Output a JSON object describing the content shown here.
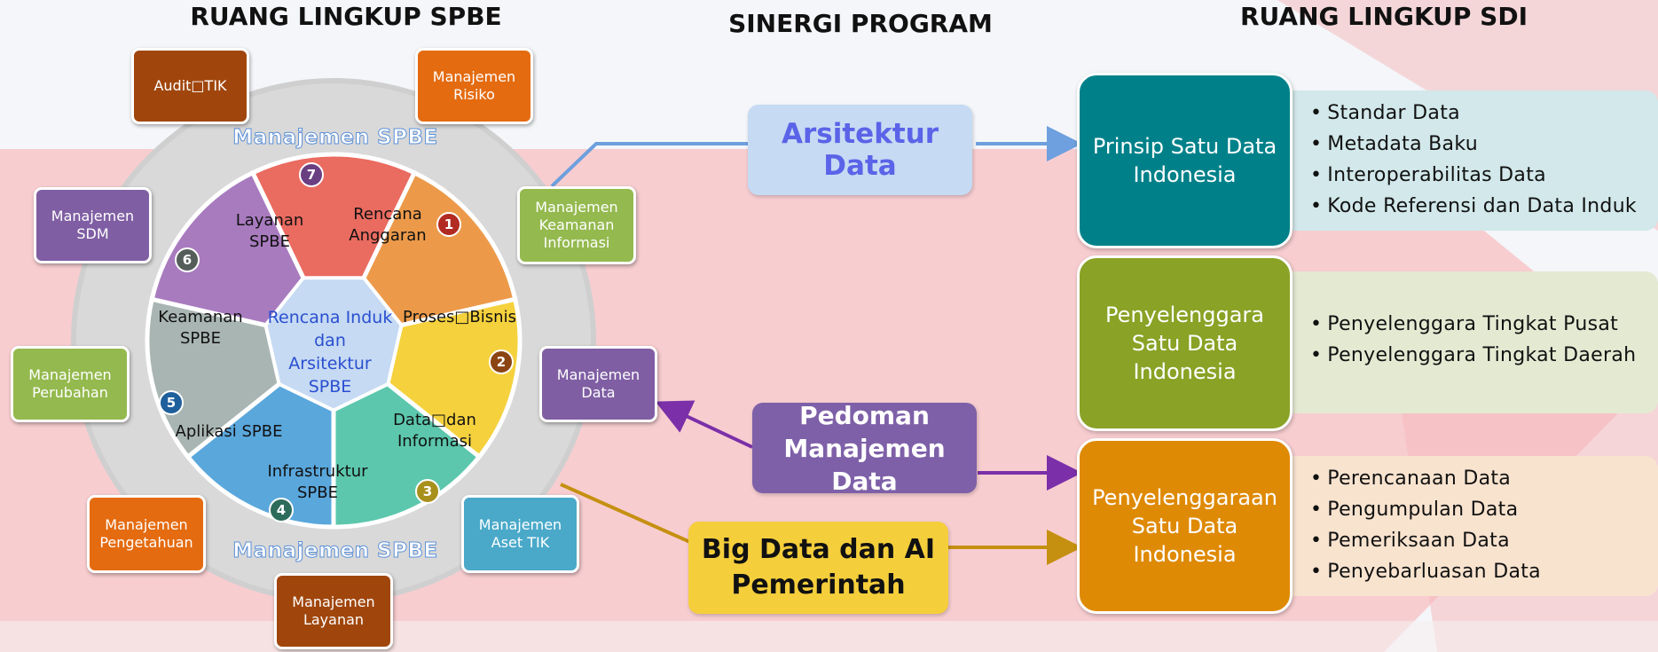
{
  "headings": {
    "left": "RUANG LINGKUP SPBE",
    "middle": "SINERGI PROGRAM",
    "right": "RUANG LINGKUP SDI"
  },
  "wheel": {
    "center": [
      "Rencana Induk",
      "dan",
      "Arsitektur",
      "SPBE"
    ],
    "ring_label": "Manajemen SPBE",
    "segments": [
      {
        "num": "1",
        "label": [
          "Rencana",
          "Anggaran"
        ],
        "color": "#ea6b60",
        "badge": "#b22b22"
      },
      {
        "num": "2",
        "label": [
          "Proses□Bisnis"
        ],
        "color": "#ec9a4a",
        "badge": "#8b4513"
      },
      {
        "num": "3",
        "label": [
          "Data□dan",
          "Informasi"
        ],
        "color": "#f5d13d",
        "badge": "#a8901c"
      },
      {
        "num": "4",
        "label": [
          "Infrastruktur",
          "SPBE"
        ],
        "color": "#5cc7ad",
        "badge": "#2d6b5b"
      },
      {
        "num": "5",
        "label": [
          "Aplikasi SPBE"
        ],
        "color": "#5aa7dc",
        "badge": "#1f5f9c"
      },
      {
        "num": "6",
        "label": [
          "Keamanan",
          "SPBE"
        ],
        "color": "#a9b5b2",
        "badge": "#555d5b"
      },
      {
        "num": "7",
        "label": [
          "Layanan",
          "SPBE"
        ],
        "color": "#a87bbf",
        "badge": "#6a3f82"
      }
    ]
  },
  "satellites": [
    {
      "id": "audit-tik",
      "lines": [
        "Audit□TIK"
      ],
      "color": "#a0460d"
    },
    {
      "id": "manajemen-risiko",
      "lines": [
        "Manajemen",
        "Risiko"
      ],
      "color": "#e46b10"
    },
    {
      "id": "manajemen-sdm",
      "lines": [
        "Manajemen",
        "SDM"
      ],
      "color": "#7f5ea3"
    },
    {
      "id": "manajemen-keamanan-informasi",
      "lines": [
        "Manajemen",
        "Keamanan",
        "Informasi"
      ],
      "color": "#94b94e"
    },
    {
      "id": "manajemen-perubahan",
      "lines": [
        "Manajemen",
        "Perubahan"
      ],
      "color": "#94b94e"
    },
    {
      "id": "manajemen-data",
      "lines": [
        "Manajemen",
        "Data"
      ],
      "color": "#7f5ea3"
    },
    {
      "id": "manajemen-pengetahuan",
      "lines": [
        "Manajemen",
        "Pengetahuan"
      ],
      "color": "#e46b10"
    },
    {
      "id": "manajemen-aset-tik",
      "lines": [
        "Manajemen",
        "Aset TIK"
      ],
      "color": "#4aa9c9"
    },
    {
      "id": "manajemen-layanan",
      "lines": [
        "Manajemen",
        "Layanan"
      ],
      "color": "#a0460d"
    }
  ],
  "programs": {
    "arsitektur": "Arsitektur Data",
    "pedoman": [
      "Pedoman",
      "Manajemen Data"
    ],
    "bigdata": [
      "Big Data dan AI",
      "Pemerintah"
    ]
  },
  "sdi": [
    {
      "title": [
        "Prinsip Satu Data",
        "Indonesia"
      ],
      "color": "#00818a",
      "panel": "#d2e8ea",
      "items": [
        "Standar Data",
        "Metadata Baku",
        "Interoperabilitas Data",
        "Kode Referensi  dan Data Induk"
      ]
    },
    {
      "title": [
        "Penyelenggara",
        "Satu Data",
        "Indonesia"
      ],
      "color": "#8aa225",
      "panel": "#e4ead2",
      "items": [
        "Penyelenggara  Tingkat Pusat",
        "Penyelenggara  Tingkat Daerah"
      ]
    },
    {
      "title": [
        "Penyelenggaraan",
        "Satu Data",
        "Indonesia"
      ],
      "color": "#df8a05",
      "panel": "#f8e3cf",
      "items": [
        "Perencanaan  Data",
        "Pengumpulan  Data",
        "Pemeriksaan  Data",
        "Penyebarluasan  Data"
      ]
    }
  ]
}
